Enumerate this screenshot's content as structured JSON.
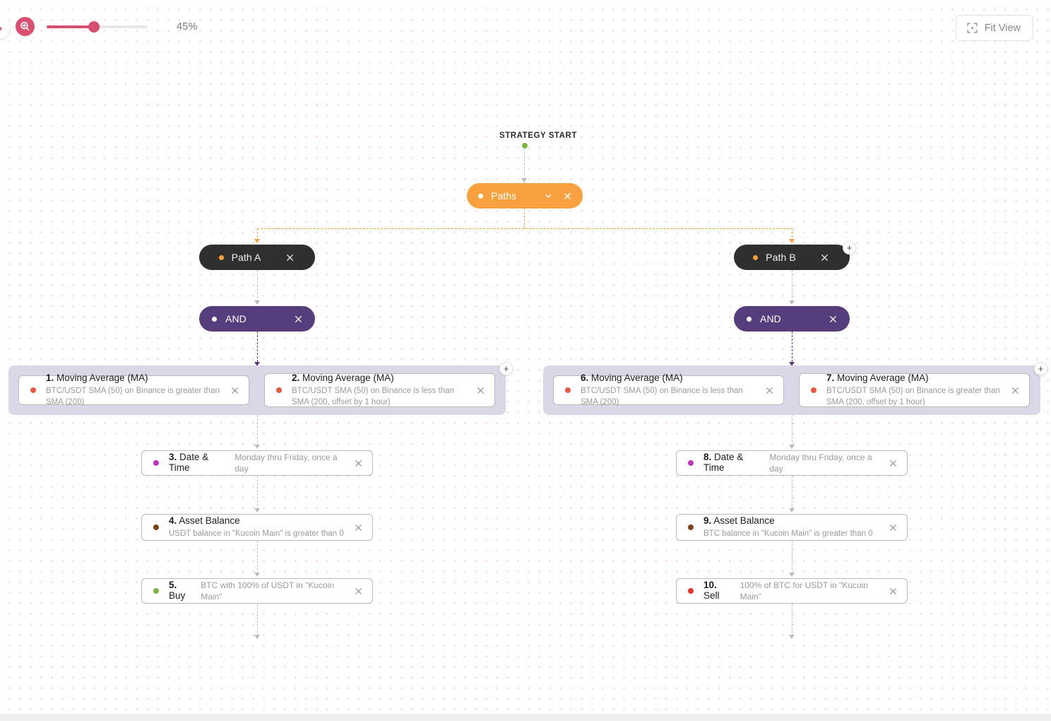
{
  "toolbar": {
    "zoom_icon": "zoom-in-magnifier-icon",
    "zoom_level": "45%",
    "zoom_percent": 45,
    "fit_view_label": "Fit View",
    "fit_view_icon": "fit-view-focus-icon",
    "edge_toggle_icon": "chevron-right-icon",
    "accent_color": "#d94f70"
  },
  "canvas": {
    "start_label": "STRATEGY START",
    "start_dot_color": "#7cb342",
    "grid_dot_color": "#f6c9c9"
  },
  "nodes": {
    "paths": {
      "label": "Paths",
      "color": "#f9a03f",
      "dot_color": "#ffffff",
      "chevron_icon": "chevron-down-icon",
      "close_icon": "close-icon"
    },
    "path_a": {
      "label": "Path A",
      "color": "#2f2f2f",
      "dot_color": "#f9a03f",
      "close_icon": "close-icon"
    },
    "path_b": {
      "label": "Path B",
      "color": "#2f2f2f",
      "dot_color": "#f9a03f",
      "close_icon": "close-icon"
    },
    "and_a": {
      "label": "AND",
      "color": "#563d7c",
      "dot_color": "#ffffff",
      "close_icon": "close-icon"
    },
    "and_b": {
      "label": "AND",
      "color": "#563d7c",
      "dot_color": "#ffffff",
      "close_icon": "close-icon"
    }
  },
  "add_buttons": {
    "path_b_add": "+",
    "group_a_add": "+",
    "group_b_add": "+"
  },
  "cards": {
    "c1": {
      "number": "1.",
      "title": "Moving Average (MA)",
      "subtitle": "BTC/USDT SMA (50) on Binance is greater than SMA (200)",
      "dot_color": "#e8593f",
      "close_icon": "close-icon"
    },
    "c2": {
      "number": "2.",
      "title": "Moving Average (MA)",
      "subtitle": "BTC/USDT SMA (50) on Binance is less than SMA (200, offset by 1 hour)",
      "dot_color": "#e8593f",
      "close_icon": "close-icon"
    },
    "c3": {
      "number": "3.",
      "title": "Date & Time",
      "subtitle": "Monday thru Friday, once a day",
      "dot_color": "#c233c2",
      "close_icon": "close-icon"
    },
    "c4": {
      "number": "4.",
      "title": "Asset Balance",
      "subtitle": "USDT balance in \"Kucoin Main\" is greater than 0",
      "dot_color": "#7a4416",
      "close_icon": "close-icon"
    },
    "c5": {
      "number": "5.",
      "title": "Buy",
      "subtitle": "BTC with 100% of USDT in \"Kucoin Main\"",
      "dot_color": "#7cb342",
      "close_icon": "close-icon"
    },
    "c6": {
      "number": "6.",
      "title": "Moving Average (MA)",
      "subtitle": "BTC/USDT SMA (50) on Binance is less than SMA (200)",
      "dot_color": "#e8593f",
      "close_icon": "close-icon"
    },
    "c7": {
      "number": "7.",
      "title": "Moving Average (MA)",
      "subtitle": "BTC/USDT SMA (50) on Binance is greater than SMA (200, offset by 1 hour)",
      "dot_color": "#e8593f",
      "close_icon": "close-icon"
    },
    "c8": {
      "number": "8.",
      "title": "Date & Time",
      "subtitle": "Monday thru Friday, once a day",
      "dot_color": "#c233c2",
      "close_icon": "close-icon"
    },
    "c9": {
      "number": "9.",
      "title": "Asset Balance",
      "subtitle": "BTC balance in \"Kucoin Main\" is greater than 0",
      "dot_color": "#7a4416",
      "close_icon": "close-icon"
    },
    "c10": {
      "number": "10.",
      "title": "Sell",
      "subtitle": "100% of BTC for USDT in \"Kucoin Main\"",
      "dot_color": "#e3342f",
      "close_icon": "close-icon"
    }
  }
}
